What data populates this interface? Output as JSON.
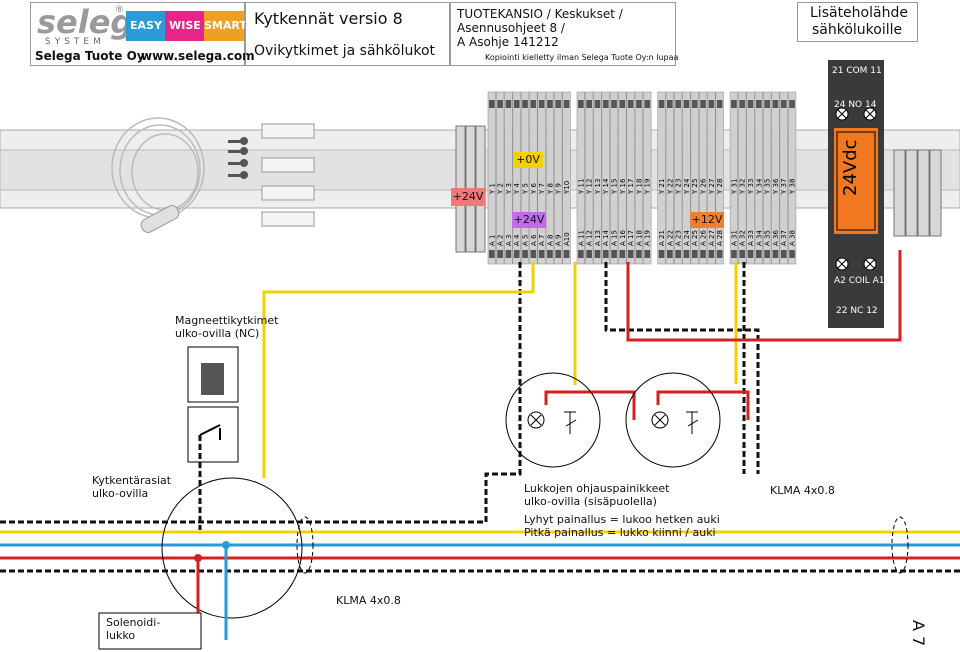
{
  "header": {
    "brand": "selega",
    "system": "SYSTEM",
    "registered": "®",
    "badges": [
      "EASY",
      "WISE",
      "SMART"
    ],
    "company": "Selega Tuote Oy",
    "url": "www.selega.com",
    "title": "Kytkennät versio 8",
    "subtitle": "Ovikytkimet ja sähkölukot",
    "path_line1": "TUOTEKANSIO / Keskukset /",
    "path_line2": "Asennusohjeet 8 /",
    "path_line3": "A Asohje 141212",
    "copyright": "Kopiointi kielletty ilman Selega Tuote Oy:n lupaa",
    "right_title_line1": "Lisäteholähde",
    "right_title_line2": "sähkölukoille"
  },
  "terminals": {
    "top_labels": [
      "Y 1",
      "Y 2",
      "Y 3",
      "Y 4",
      "Y 5",
      "Y 6",
      "Y 7",
      "Y 8",
      "Y 9",
      "Y10",
      "Y 11",
      "Y 12",
      "Y 13",
      "Y 14",
      "Y 15",
      "Y 16",
      "Y 17",
      "Y 18",
      "Y 19",
      "Y 21",
      "Y 22",
      "Y 23",
      "Y 24",
      "Y 25",
      "Y 26",
      "Y 27",
      "Y 28",
      "Y 31",
      "Y 32",
      "Y 33",
      "Y 34",
      "Y 35",
      "Y 36",
      "Y 37",
      "Y 38"
    ],
    "bottom_labels": [
      "A 1",
      "A 2",
      "A 3",
      "A 4",
      "A 5",
      "A 6",
      "A 7",
      "A 8",
      "A 9",
      "A10",
      "A 11",
      "A 12",
      "A 13",
      "A 14",
      "A 15",
      "A 16",
      "A 17",
      "A 18",
      "A 19",
      "A 21",
      "A 22",
      "A 23",
      "A 24",
      "A 25",
      "A 26",
      "A 27",
      "A 28",
      "A 31",
      "A 32",
      "A 33",
      "A 34",
      "A 35",
      "A 36",
      "A 37",
      "A 38"
    ],
    "plus24_left": "+24V",
    "zero_v": "+0V",
    "plus24_mid": "+24V",
    "plus12": "+12V"
  },
  "relay": {
    "top_pins": "21 COM 11",
    "no_pins": "24  NO  14",
    "coil_label": "24Vdc",
    "coil_pins": "A2  COIL  A1",
    "nc_pins": "22  NC  12"
  },
  "labels": {
    "magnet_line1": "Magneettikytkimet",
    "magnet_line2": "ulko-ovilla (NC)",
    "junction_line1": "Kytkentärasiat",
    "junction_line2": "ulko-ovilla",
    "buttons_line1": "Lukkojen ohjauspainikkeet",
    "buttons_line2": "ulko-ovilla (sisäpuolella)",
    "short_press": "Lyhyt painallus = lukoo hetken auki",
    "long_press": "Pitkä painallus = lukko kiinni / auki",
    "cable_right": "KLMA 4x0.8",
    "cable_bottom": "KLMA 4x0.8",
    "solenoid_line1": "Solenoidi-",
    "solenoid_line2": "lukko",
    "page_code": "A 7"
  }
}
